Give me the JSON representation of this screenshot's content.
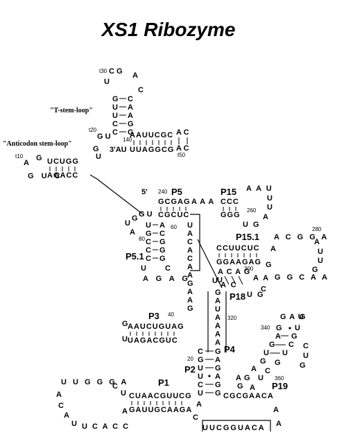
{
  "title": "XS1 Ribozyme",
  "labels": {
    "t_stem_loop": "\"T-stem-loop\"",
    "anticodon_stem_loop": "\"Anticodon stem-loop\"",
    "five_prime": "5'",
    "three_prime": "3'AU"
  },
  "helices": {
    "p1": "P1",
    "p2": "P2",
    "p3": "P3",
    "p4": "P4",
    "p5": "P5",
    "p5_1": "P5.1",
    "p15": "P15",
    "p15_1": "P15.1",
    "p18": "P18",
    "p19": "P19"
  },
  "numbers": {
    "n10": "t10",
    "n20": "t20",
    "n30": "t30",
    "n40": "140",
    "n50": "t50",
    "r40": "40",
    "r60": "60",
    "r80": "80",
    "r240": "240",
    "r260": "260",
    "r280": "280",
    "r300": "300",
    "r320": "320",
    "r340": "340",
    "r360": "360",
    "r20": "20"
  },
  "sequences": {
    "t_loop_top": "C G",
    "t_loop_u": "U",
    "t_loop_a": "A",
    "t_loop_c": "C",
    "t_stem_left": [
      "G",
      "U",
      "U",
      "C",
      "C"
    ],
    "t_stem_right": [
      "C",
      "A",
      "A",
      "G",
      "G"
    ],
    "acceptor_top": "AAUUCGC",
    "acceptor_bottom": "UUAGGCG",
    "acceptor_ac_top": "A C",
    "acceptor_ac_bottom": "A C",
    "gu": "G U",
    "anticodon_top": "UCUGG",
    "anticodon_bottom": "AGACC",
    "anticodon_loop": "A G U C",
    "p5_top": "GCGAG",
    "p5_aaa": "A A A",
    "p5_bottom": "CGCUC",
    "p15_top": "CCC",
    "p15_loop": "A A U",
    "p15_bottom": "GGG",
    "p15_uu": "U U",
    "p15_ug": "U G",
    "p15_1_top": "CCUUCUC",
    "p15_1_bottom": "GGAAGAG",
    "p15_1_loop_top": "A C G G A",
    "p15_1_loop_bottom": "G G C A A",
    "p5_1_left": [
      "U",
      "G",
      "C",
      "C",
      "C"
    ],
    "p5_1_right": [
      "A",
      "C",
      "G",
      "G",
      "G"
    ],
    "p5_1_loop": "A G A G",
    "p3_top": "AAUCUGUAG",
    "p3_bottom": "UAGACGUC",
    "p3_loop_g": "G",
    "p3_loop_u": "U",
    "p4_strand": [
      "G",
      "A",
      "U",
      "A",
      "A",
      "A",
      "A",
      "C"
    ],
    "p4_left": [
      "U",
      "A",
      "A",
      "G",
      "A",
      "A",
      "U",
      "A",
      "U"
    ],
    "p2_left": [
      "C",
      "G",
      "U",
      "U",
      "C",
      "U"
    ],
    "p2_right": [
      "G",
      "A",
      "G",
      "A",
      "G",
      "G"
    ],
    "p1_top": "CUAACGUUCG",
    "p1_bottom": "GAUUGCAAGA",
    "p1_loop_top": "U U G G G A",
    "p1_loop_left": "A C A U U C A C C",
    "p19_stem": [
      "G",
      "A",
      "G",
      "U",
      "G"
    ],
    "p19_stem2": [
      "C",
      "G",
      "C",
      "G",
      "U"
    ],
    "p19_loop": "G A U G",
    "p18_strand": "UACAUG",
    "bottom_strand": "UUCGGUACA",
    "bottom_a": "A",
    "p19_bottom": "CGCGAACA"
  }
}
